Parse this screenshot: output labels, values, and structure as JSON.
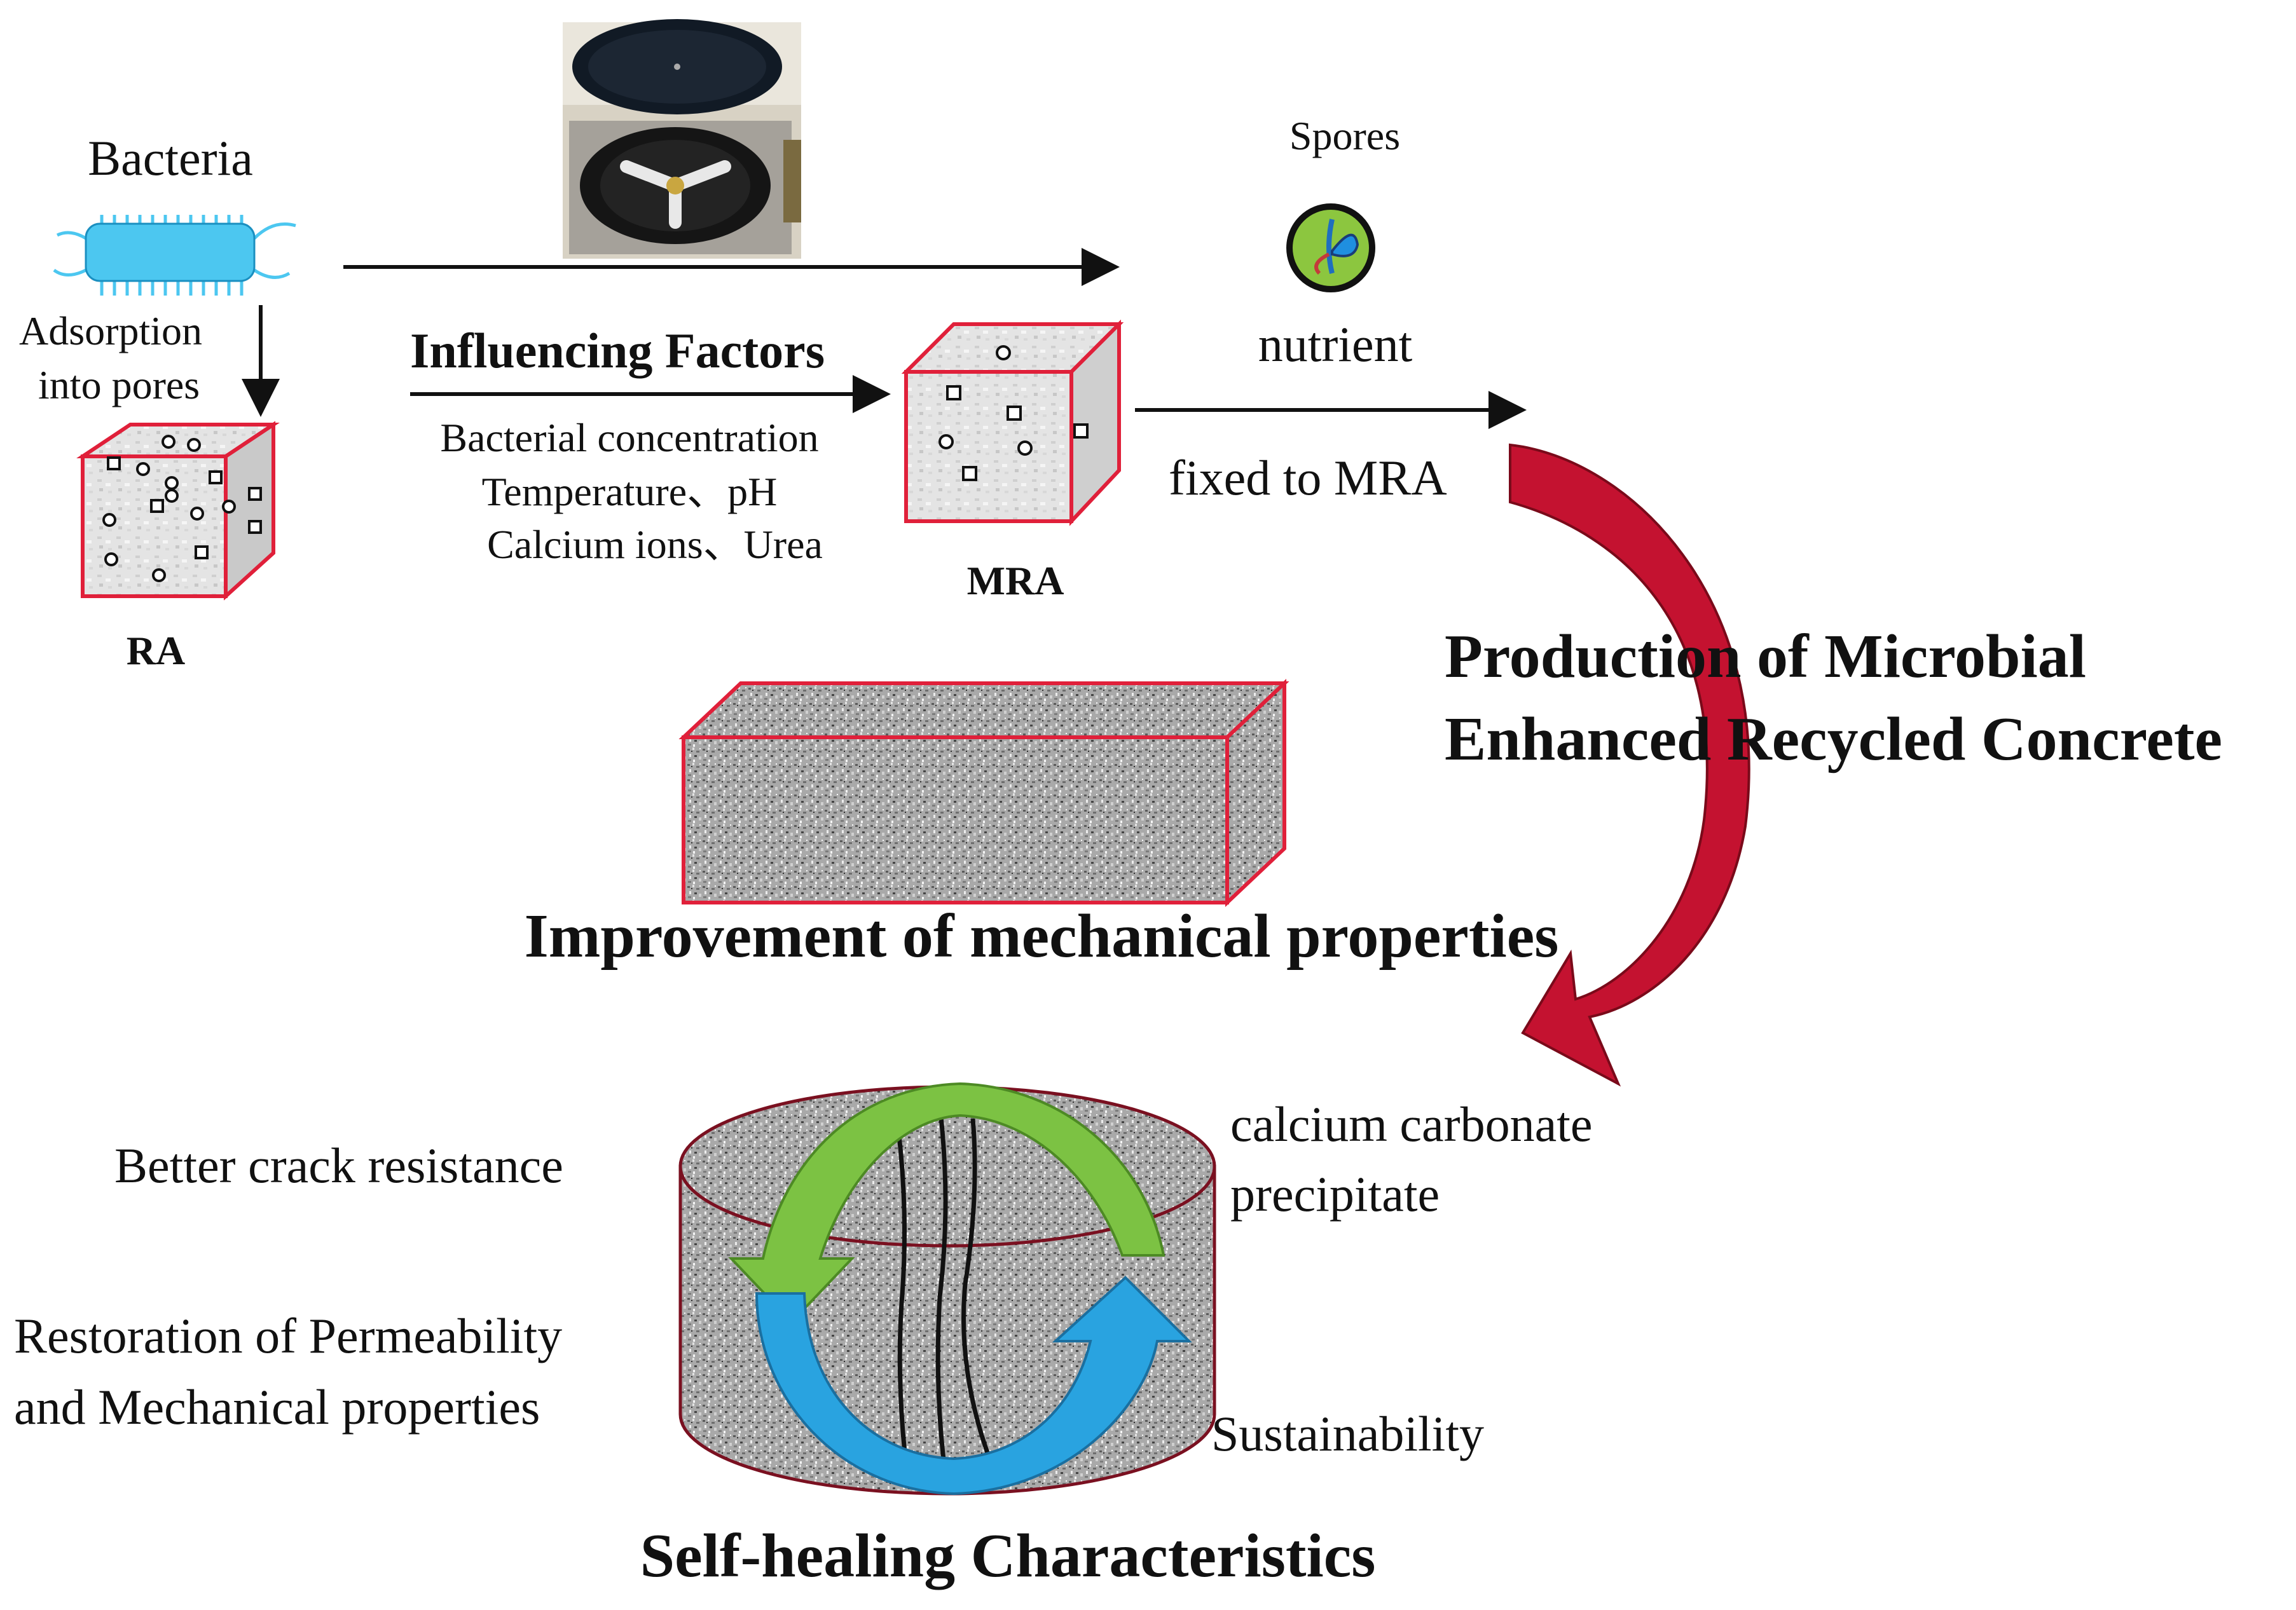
{
  "bacteria_label": "Bacteria",
  "adsorption_label": [
    "Adsorption",
    "into pores"
  ],
  "ra_label": "RA",
  "influencing_factors_title": "Influencing Factors",
  "factors": [
    "Bacterial concentration",
    "Temperature、pH",
    "Calcium ions、Urea"
  ],
  "mra_label": "MRA",
  "spores_label": "Spores",
  "nutrient_label": "nutrient",
  "fixed_label": "fixed to MRA",
  "production_label": [
    "Production of Microbial",
    "Enhanced Recycled Concrete"
  ],
  "improvement_label": "Improvement of mechanical properties",
  "crack_label": "Better crack resistance",
  "restoration_label": [
    "Restoration of Permeability",
    "and Mechanical properties"
  ],
  "calcium_label": [
    "calcium carbonate",
    "precipitate"
  ],
  "sustainability_label": "Sustainability",
  "selfhealing_label": "Self-healing Characteristics",
  "colors": {
    "cube_edge": "#e0203a",
    "big_arrow": "#c41230",
    "green_arrow": "#7cc243",
    "blue_arrow": "#29a3e0",
    "bacteria_body": "#4cc7f0"
  }
}
